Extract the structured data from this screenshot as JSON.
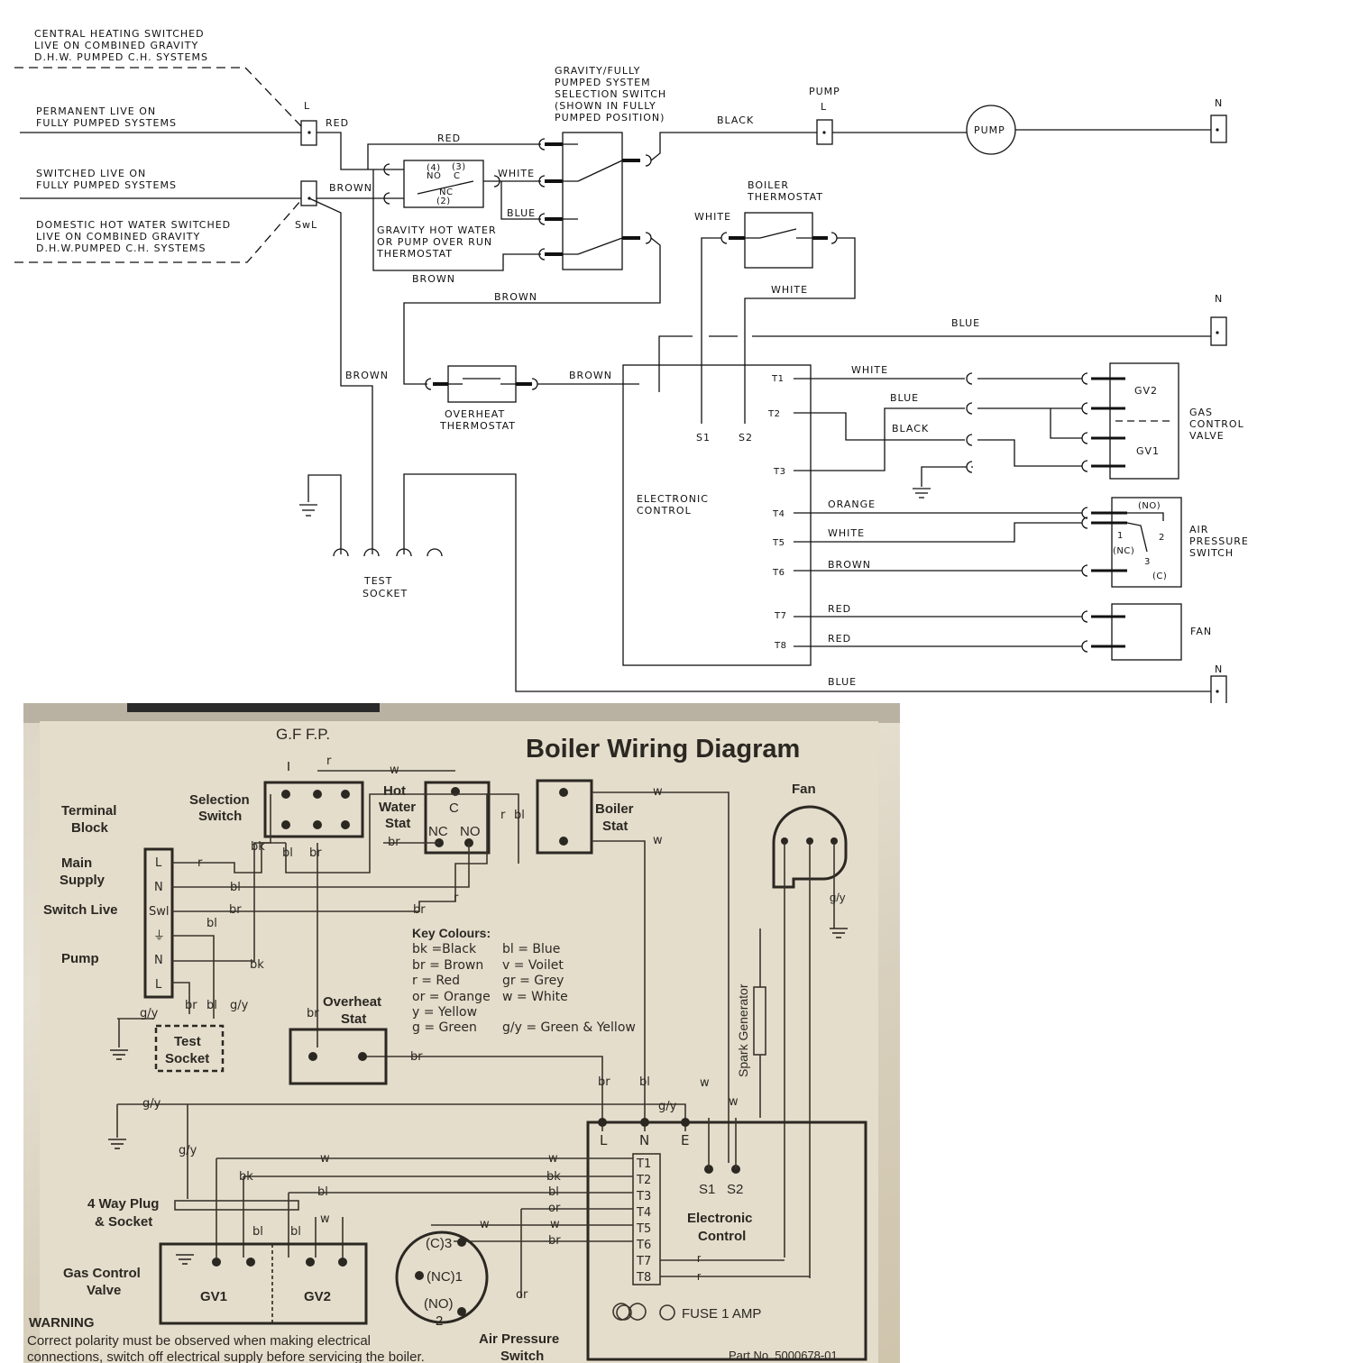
{
  "schematic": {
    "notes": {
      "ch_switched": [
        "CENTRAL HEATING SWITCHED",
        "LIVE ON COMBINED GRAVITY",
        "D.H.W. PUMPED C.H. SYSTEMS"
      ],
      "perm_live": [
        "PERMANENT LIVE ON",
        "FULLY PUMPED SYSTEMS"
      ],
      "switched_live": [
        "SWITCHED LIVE ON",
        "FULLY PUMPED SYSTEMS"
      ],
      "dhw_switched": [
        "DOMESTIC HOT WATER SWITCHED",
        "LIVE ON COMBINED GRAVITY",
        "D.H.W.PUMPED C.H. SYSTEMS"
      ]
    },
    "terminals": {
      "l": "L",
      "swl": "SwL",
      "pump": "PUMP",
      "pump_l": "L",
      "n": "N"
    },
    "selection_switch": [
      "GRAVITY/FULLY",
      "PUMPED SYSTEM",
      "SELECTION SWITCH",
      "(SHOWN IN FULLY",
      "PUMPED POSITION)"
    ],
    "hw_stat": {
      "no4": "(4)",
      "no": "NO",
      "c3": "(3)",
      "c": "C",
      "nc": "NC",
      "nc2": "(2)",
      "label": [
        "GRAVITY HOT WATER",
        "OR PUMP OVER RUN",
        "THERMOSTAT"
      ]
    },
    "boiler_thermostat": [
      "BOILER",
      "THERMOSTAT"
    ],
    "overheat_thermostat": [
      "OVERHEAT",
      "THERMOSTAT"
    ],
    "test_socket": [
      "TEST",
      "SOCKET"
    ],
    "electronic_control": [
      "ELECTRONIC",
      "CONTROL"
    ],
    "pump_label": "PUMP",
    "gas_control_valve": [
      "GAS",
      "CONTROL",
      "VALVE"
    ],
    "gv2": "GV2",
    "gv1": "GV1",
    "air_pressure_switch": [
      "AIR",
      "PRESSURE",
      "SWITCH"
    ],
    "aps": {
      "no": "(NO)",
      "two": "2",
      "one": "1",
      "nc": "(NC)",
      "three": "3",
      "c": "(C)"
    },
    "fan": "FAN",
    "s1": "S1",
    "s2": "S2",
    "t": [
      "T1",
      "T2",
      "T3",
      "T4",
      "T5",
      "T6",
      "T7",
      "T8"
    ],
    "wires": {
      "red": "RED",
      "brown": "BROWN",
      "white": "WHITE",
      "blue": "BLUE",
      "black": "BLACK",
      "orange": "ORANGE"
    }
  },
  "photo": {
    "handwritten": "G.F  F.P.",
    "title": "Boiler Wiring Diagram",
    "terminal_block": [
      "Terminal",
      "Block"
    ],
    "selection_switch": [
      "Selection",
      "Switch"
    ],
    "hot_water_stat": [
      "Hot",
      "Water",
      "Stat"
    ],
    "boiler_stat": [
      "Boiler",
      "Stat"
    ],
    "fan": "Fan",
    "main_supply": [
      "Main",
      "Supply"
    ],
    "switch_live": "Switch Live",
    "pump": "Pump",
    "tb_labels": [
      "L",
      "N",
      "Swl",
      "⏚",
      "N",
      "L"
    ],
    "hws_c": "C",
    "hws_nc": "NC",
    "hws_no": "NO",
    "key_title": "Key Colours:",
    "key_left": [
      "bk =Black",
      "br = Brown",
      "r =   Red",
      "or = Orange",
      "y =  Yellow",
      "g =  Green"
    ],
    "key_right": [
      "bl = Blue",
      "v =  Voilet",
      "gr = Grey",
      "w = White",
      "",
      "g/y = Green & Yellow"
    ],
    "overheat_stat": [
      "Overheat",
      "Stat"
    ],
    "test_socket": [
      "Test",
      "Socket"
    ],
    "spark_generator": "Spark Generator",
    "lne": [
      "L",
      "N",
      "E"
    ],
    "t": [
      "T1",
      "T2",
      "T3",
      "T4",
      "T5",
      "T6",
      "T7",
      "T8"
    ],
    "s1": "S1",
    "s2": "S2",
    "electronic_control": [
      "Electronic",
      "Control"
    ],
    "plug_socket": [
      "4 Way Plug",
      "& Socket"
    ],
    "gas_control_valve": [
      "Gas Control",
      "Valve"
    ],
    "gv1": "GV1",
    "gv2": "GV2",
    "aps": {
      "c3": "(C)3",
      "nc1": "(NC)1",
      "no2": "(NO)",
      "two": "2",
      "label": [
        "Air Pressure",
        "Switch"
      ]
    },
    "fuse": "FUSE 1 AMP",
    "warning_title": "WARNING",
    "warning_lines": [
      "Correct polarity must be observed when making electrical",
      "connections, switch off electrical supply before servicing the boiler."
    ],
    "part_no": "Part No. 5000678-01",
    "wire": {
      "r": "r",
      "w": "w",
      "br": "br",
      "bk": "bk",
      "bl": "bl",
      "gy": "g/y",
      "or": "or"
    }
  }
}
